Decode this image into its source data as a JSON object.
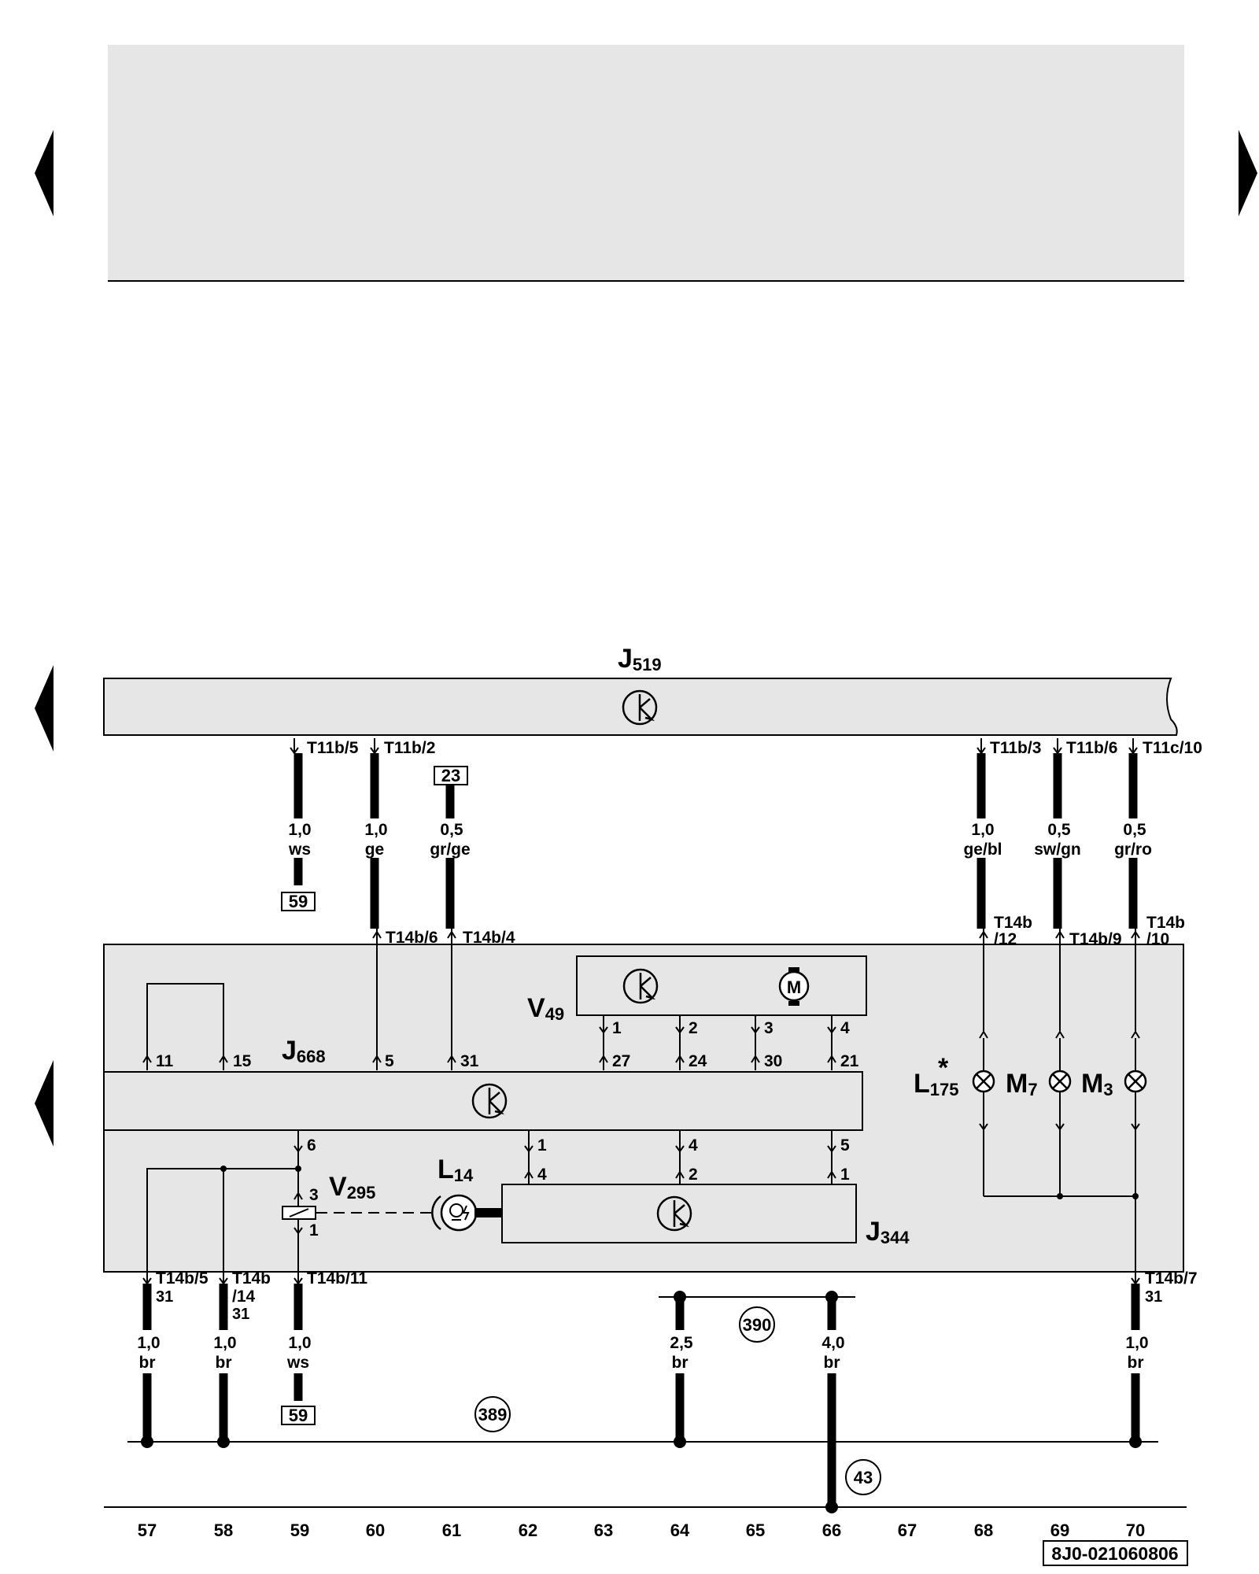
{
  "units": {
    "J519": {
      "main": "J",
      "sub": "519"
    },
    "J668": {
      "main": "J",
      "sub": "668"
    },
    "V49": {
      "main": "V",
      "sub": "49"
    },
    "V295": {
      "main": "V",
      "sub": "295"
    },
    "L14": {
      "main": "L",
      "sub": "14"
    },
    "J344": {
      "main": "J",
      "sub": "344"
    },
    "L175": {
      "main": "L",
      "sub": "175",
      "star": "*"
    },
    "M7": {
      "main": "M",
      "sub": "7"
    },
    "M3": {
      "main": "M",
      "sub": "3"
    }
  },
  "motor_symbol": "M",
  "connectors": {
    "t11b5": "T11b/5",
    "t11b2": "T11b/2",
    "t11b3": "T11b/3",
    "t11b6": "T11b/6",
    "t11c10": "T11c/10",
    "t14b6": "T14b/6",
    "t14b4": "T14b/4",
    "t14b_a": "T14b",
    "t14b_12": "/12",
    "t14b9": "T14b/9",
    "t14b_b": "T14b",
    "t14b_10": "/10",
    "t14b5": "T14b/5",
    "t14b_c": "T14b",
    "t14b_14": "/14",
    "t14b11": "T14b/11",
    "t14b7": "T14b/7"
  },
  "wires": {
    "w57": {
      "size": "1,0",
      "color": "br"
    },
    "w58": {
      "size": "1,0",
      "color": "br"
    },
    "w59_top": {
      "size": "1,0",
      "color": "ws"
    },
    "w59_bot": {
      "size": "1,0",
      "color": "ws"
    },
    "w60": {
      "size": "1,0",
      "color": "ge"
    },
    "w61": {
      "size": "0,5",
      "color": "gr/ge"
    },
    "w64": {
      "size": "2,5",
      "color": "br"
    },
    "w66": {
      "size": "4,0",
      "color": "br"
    },
    "w68": {
      "size": "1,0",
      "color": "ge/bl"
    },
    "w69": {
      "size": "0,5",
      "color": "sw/gn"
    },
    "w70_top": {
      "size": "0,5",
      "color": "gr/ro"
    },
    "w70_bot": {
      "size": "1,0",
      "color": "br"
    }
  },
  "pins": {
    "p11": "11",
    "p15": "15",
    "p5": "5",
    "p31": "31",
    "p27": "27",
    "p24": "24",
    "p30": "30",
    "p21": "21",
    "v1": "1",
    "v2": "2",
    "v3": "3",
    "v4": "4",
    "p6": "6",
    "j1": "1",
    "j4": "4",
    "j5": "5",
    "k4": "4",
    "k2": "2",
    "k1": "1",
    "v3b": "3",
    "v1b": "1",
    "g57": "31",
    "g58": "31",
    "g70": "31"
  },
  "refs": {
    "box23": "23",
    "box59a": "59",
    "box59b": "59",
    "c389": "389",
    "c390": "390",
    "c43": "43"
  },
  "columns": [
    "57",
    "58",
    "59",
    "60",
    "61",
    "62",
    "63",
    "64",
    "65",
    "66",
    "67",
    "68",
    "69",
    "70"
  ],
  "code": "8J0-021060806",
  "colors": {
    "panel": "#e6e6e6",
    "line": "#000000"
  }
}
